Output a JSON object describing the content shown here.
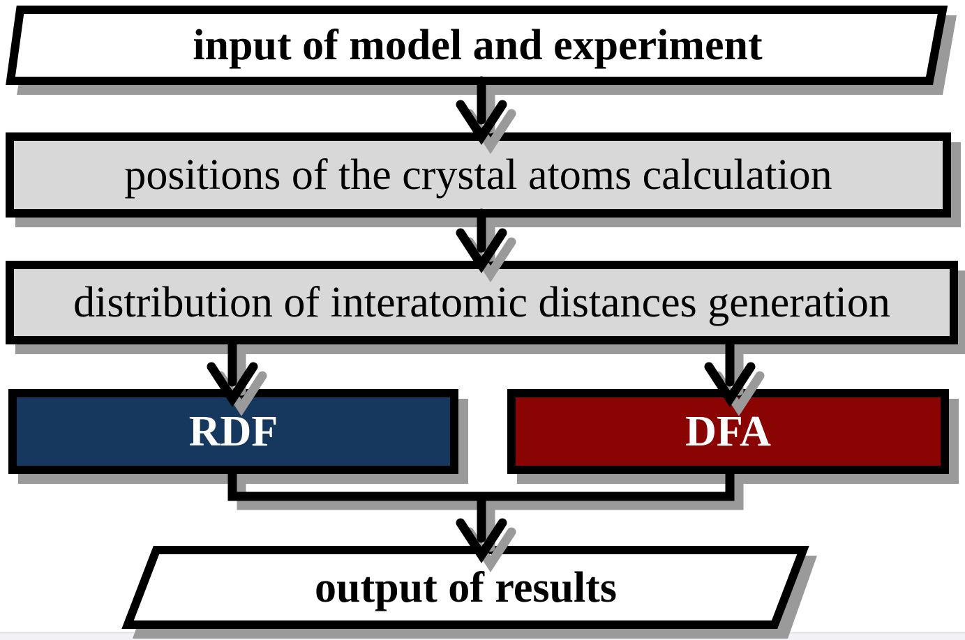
{
  "diagram": {
    "type": "flowchart",
    "nodes": [
      {
        "id": "input",
        "shape": "parallelogram",
        "label": "input of model and experiment",
        "fill": "#FFFFFF",
        "text_color": "#000000"
      },
      {
        "id": "positions",
        "shape": "process-rect",
        "label": "positions of the crystal atoms calculation",
        "fill": "#D8D8D8",
        "text_color": "#000000"
      },
      {
        "id": "distribution",
        "shape": "process-rect",
        "label": "distribution of interatomic distances generation",
        "fill": "#D8D8D8",
        "text_color": "#000000"
      },
      {
        "id": "rdf",
        "shape": "process-rect",
        "label": "RDF",
        "fill": "#17385E",
        "text_color": "#FFFFFF"
      },
      {
        "id": "dfa",
        "shape": "process-rect",
        "label": "DFA",
        "fill": "#8B0404",
        "text_color": "#FFFFFF"
      },
      {
        "id": "output",
        "shape": "parallelogram",
        "label": "output of results",
        "fill": "#FFFFFF",
        "text_color": "#000000"
      }
    ],
    "edges": [
      {
        "from": "input",
        "to": "positions"
      },
      {
        "from": "positions",
        "to": "distribution"
      },
      {
        "from": "distribution",
        "to": "rdf"
      },
      {
        "from": "distribution",
        "to": "dfa"
      },
      {
        "from": "rdf",
        "to": "output"
      },
      {
        "from": "dfa",
        "to": "output"
      }
    ],
    "colors": {
      "border_black": "#000000",
      "shadow_gray": "#9A9A9A",
      "process_gray": "#D8D8D8",
      "rdf_navy": "#17385E",
      "dfa_dark_red": "#8B0404",
      "io_white": "#FFFFFF",
      "bottom_strip": "#F2F2F6",
      "bottom_strip_border": "#DFDFE5"
    }
  }
}
